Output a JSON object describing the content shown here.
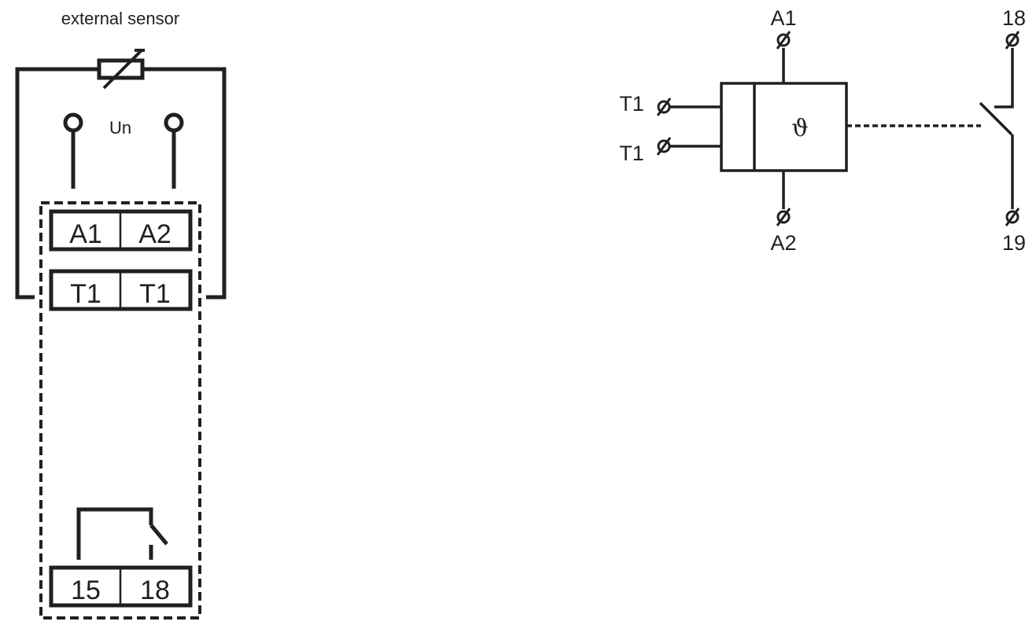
{
  "wiring": {
    "sensor_label": "external sensor",
    "supply_label": "Un",
    "terminal_a1": "A1",
    "terminal_a2": "A2",
    "terminal_t1_left": "T1",
    "terminal_t1_right": "T1",
    "terminal_15": "15",
    "terminal_18": "18"
  },
  "schematic": {
    "a1": "A1",
    "a2": "A2",
    "t1_upper": "T1",
    "t1_lower": "T1",
    "temperature_symbol": "ϑ",
    "contact_top": "18",
    "contact_bottom": "19"
  },
  "colors": {
    "ink": "#231f20",
    "background": "#ffffff"
  }
}
